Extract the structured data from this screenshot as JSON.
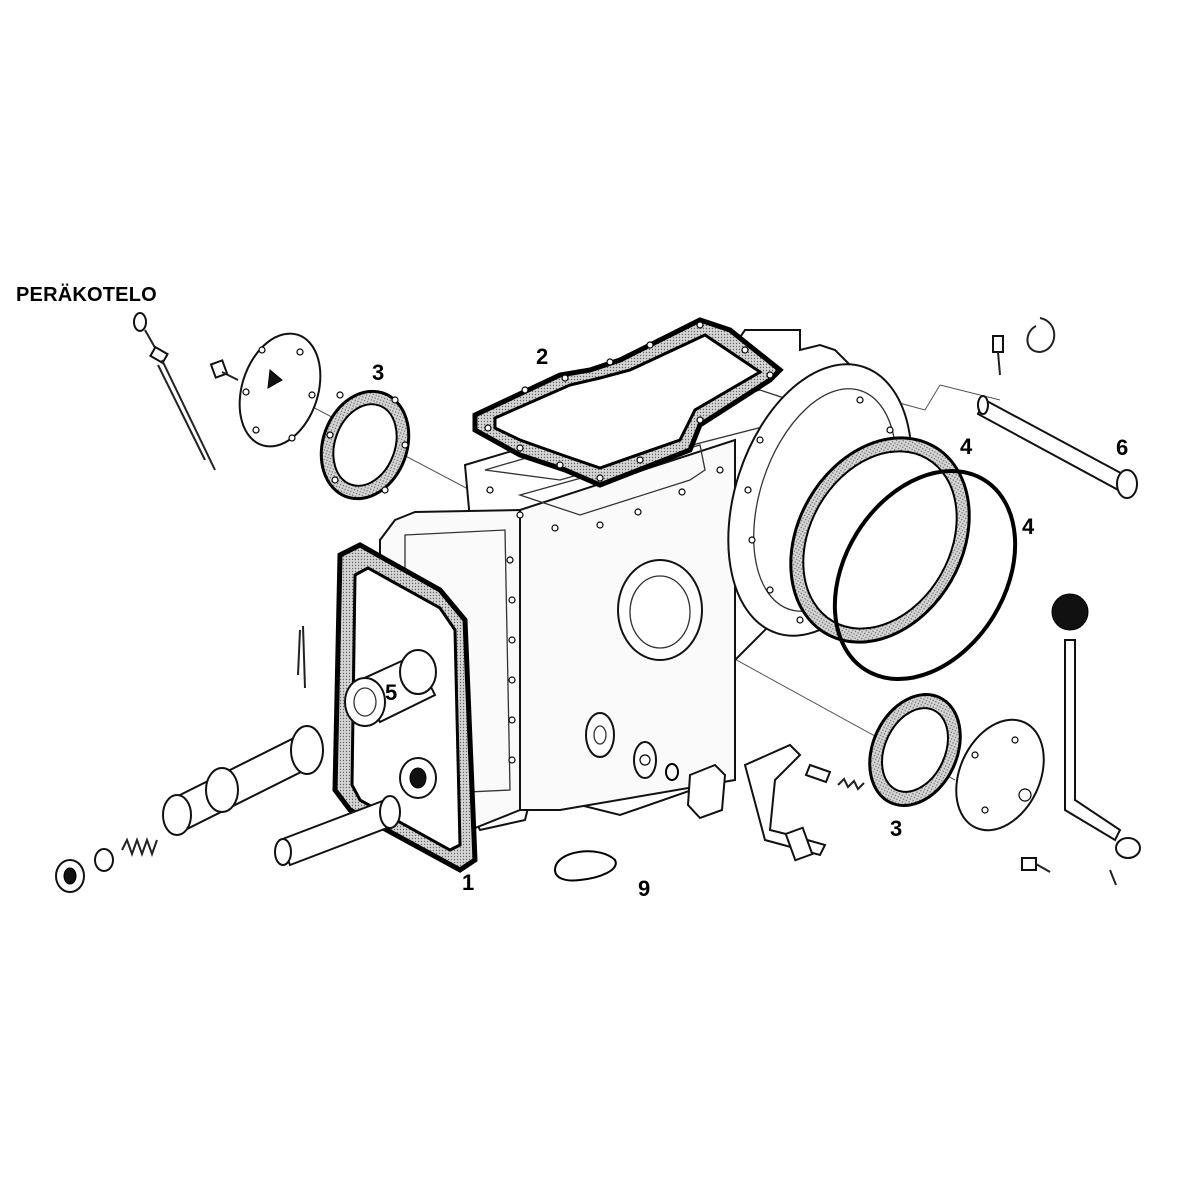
{
  "title": "PERÄKOTELO",
  "callouts": {
    "c1": "1",
    "c2": "2",
    "c3a": "3",
    "c3b": "3",
    "c4a": "4",
    "c4b": "4",
    "c5": "5",
    "c6": "6",
    "c9": "9"
  }
}
